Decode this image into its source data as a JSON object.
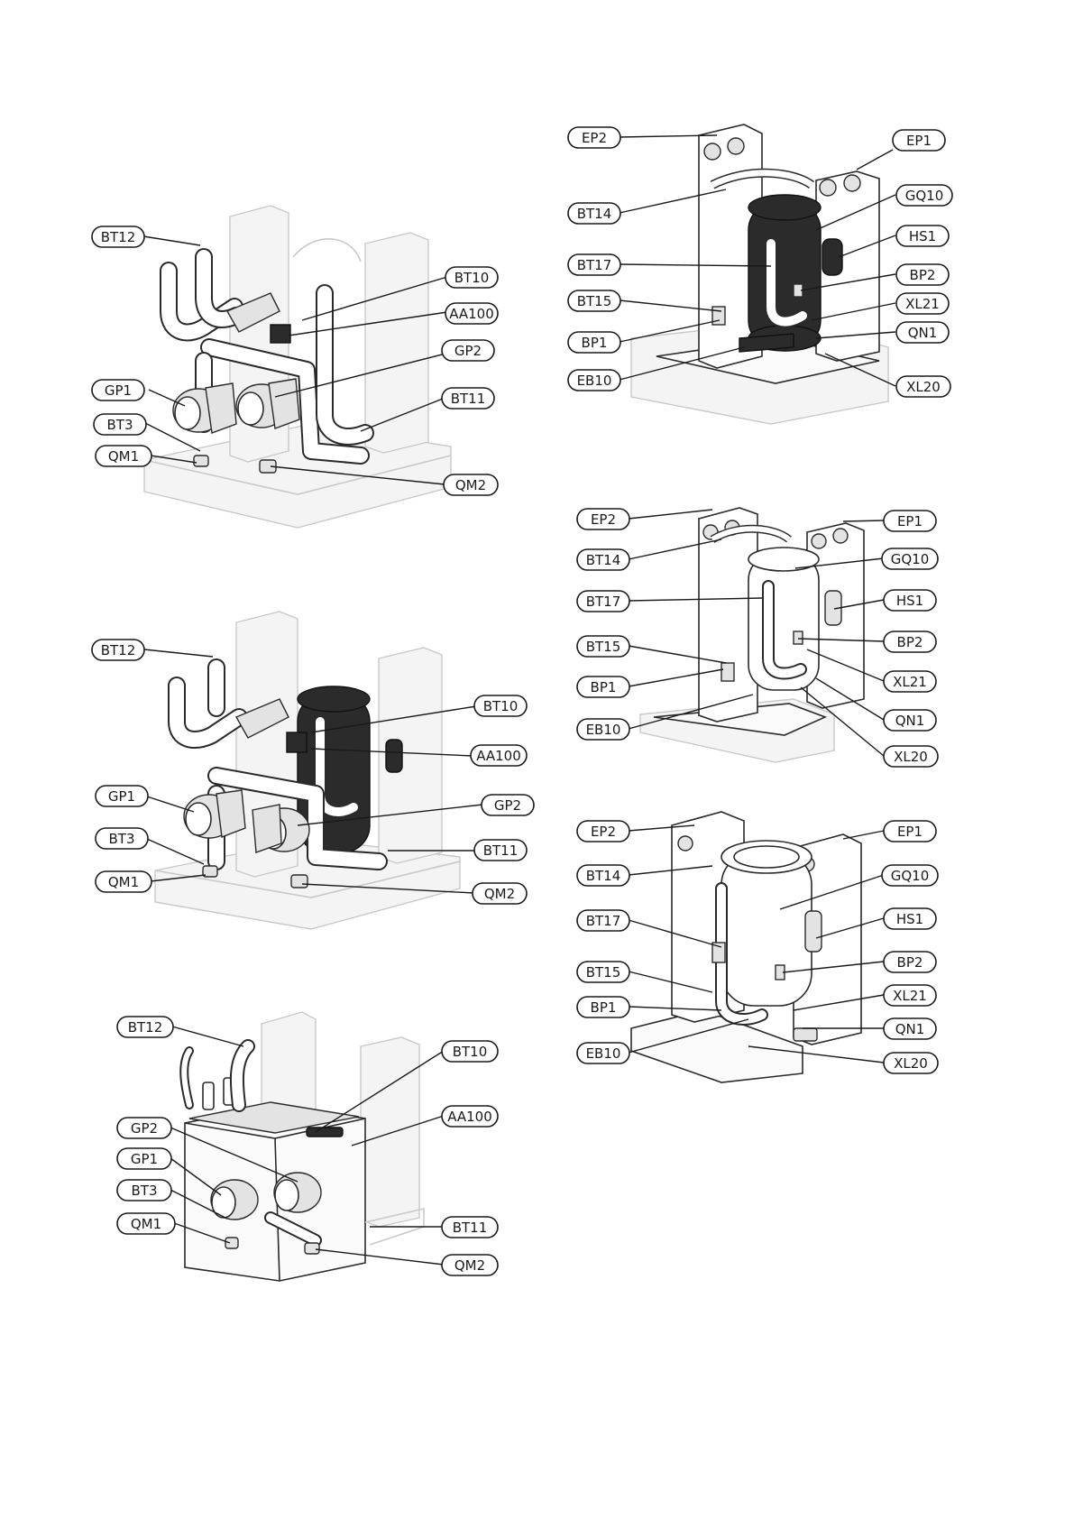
{
  "figure_1": {
    "labels": [
      "BT12",
      "BT10",
      "AA100",
      "GP2",
      "GP1",
      "BT11",
      "BT3",
      "QM1",
      "QM2"
    ]
  },
  "figure_2": {
    "labels": [
      "EP2",
      "EP1",
      "BT14",
      "GQ10",
      "HS1",
      "BT17",
      "BP2",
      "BT15",
      "XL21",
      "BP1",
      "QN1",
      "EB10",
      "XL20"
    ]
  },
  "figure_3": {
    "labels": [
      "BT12",
      "BT10",
      "AA100",
      "GP1",
      "GP2",
      "BT3",
      "BT11",
      "QM1",
      "QM2"
    ]
  },
  "figure_4": {
    "labels": [
      "EP2",
      "EP1",
      "BT14",
      "GQ10",
      "BT17",
      "HS1",
      "BT15",
      "BP2",
      "BP1",
      "XL21",
      "EB10",
      "QN1",
      "XL20"
    ]
  },
  "figure_5": {
    "labels": [
      "BT12",
      "BT10",
      "AA100",
      "GP2",
      "GP1",
      "BT3",
      "BT11",
      "QM1",
      "QM2"
    ]
  },
  "figure_6": {
    "labels": [
      "EP2",
      "EP1",
      "BT14",
      "GQ10",
      "HS1",
      "BT17",
      "BP2",
      "BT15",
      "XL21",
      "BP1",
      "QN1",
      "EB10",
      "XL20"
    ]
  }
}
